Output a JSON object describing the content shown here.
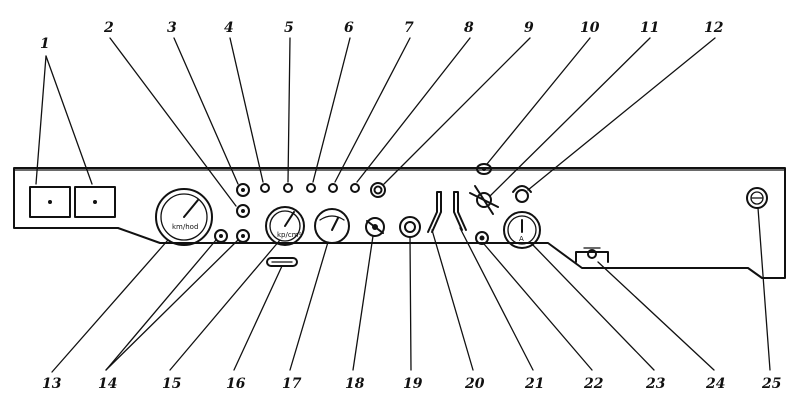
{
  "callouts_top": [
    "1",
    "2",
    "3",
    "4",
    "5",
    "6",
    "7",
    "8",
    "9",
    "10",
    "11",
    "12"
  ],
  "callouts_bottom": [
    "13",
    "14",
    "15",
    "16",
    "17",
    "18",
    "19",
    "20",
    "21",
    "22",
    "23",
    "24",
    "25"
  ],
  "gauges": {
    "speedometer_unit": "km/hod",
    "gauge_15_unit": "kp/cm²",
    "ammeter_unit": "A"
  }
}
